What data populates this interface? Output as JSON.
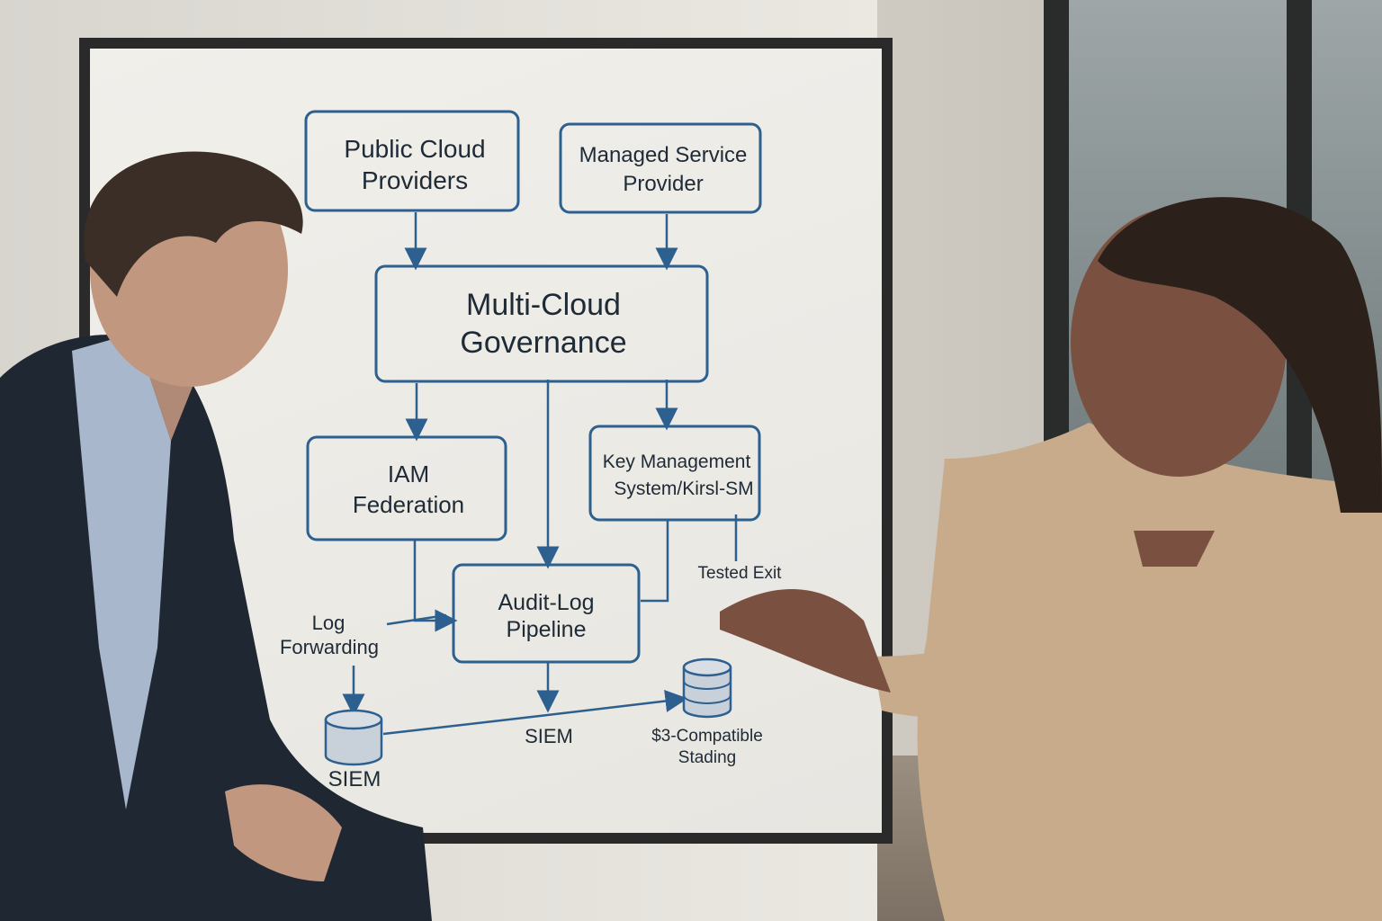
{
  "diagram": {
    "nodes": [
      {
        "id": "public-cloud",
        "lines": [
          "Public Cloud",
          "Providers"
        ]
      },
      {
        "id": "msp",
        "lines": [
          "Managed Service",
          "Provider"
        ]
      },
      {
        "id": "governance",
        "lines": [
          "Multi-Cloud",
          "Governance"
        ]
      },
      {
        "id": "iam",
        "lines": [
          "IAM",
          "Federation"
        ]
      },
      {
        "id": "kms",
        "lines": [
          "Key Management",
          "System/Kirsl-SM"
        ]
      },
      {
        "id": "audit",
        "lines": [
          "Audit-Log",
          "Pipeline"
        ]
      }
    ],
    "labels": {
      "log_forwarding": [
        "Log",
        "Forwarding"
      ],
      "tested_exit": "Tested Exit",
      "siem_left": "SIEM",
      "siem_mid": "SIEM",
      "storage": [
        "$3-Compatible",
        "Stading"
      ]
    }
  },
  "colors": {
    "ink": "#2d5f8f",
    "text": "#1e2a36"
  }
}
